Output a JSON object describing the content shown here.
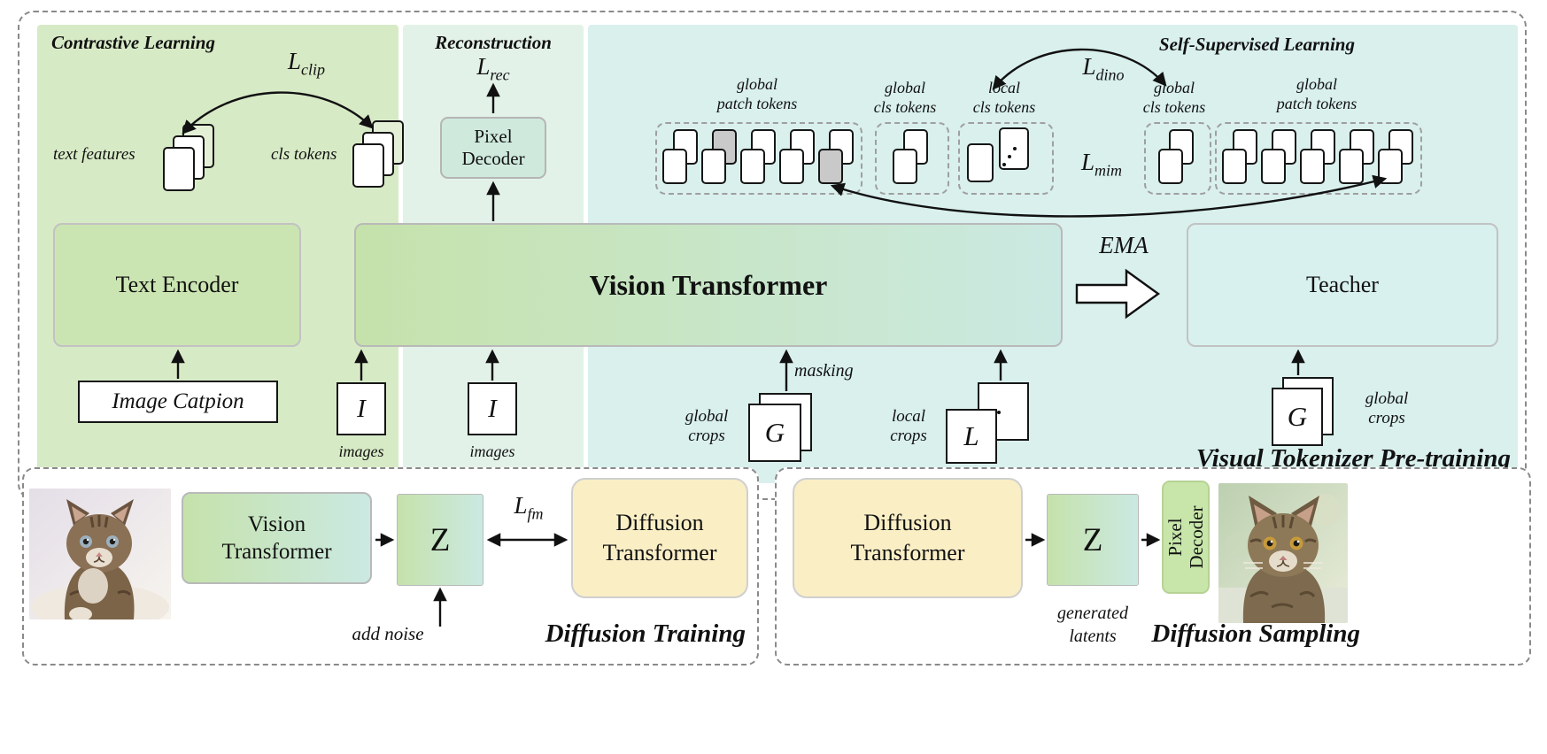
{
  "sections": {
    "contrastive_title": "Contrastive Learning",
    "reconstruction_title": "Reconstruction",
    "ssl_title": "Self-Supervised Learning",
    "tokenizer_caption": "Visual Tokenizer Pre-training",
    "training_caption": "Diffusion Training",
    "sampling_caption": "Diffusion Sampling"
  },
  "losses": {
    "l": "L",
    "clip": "clip",
    "rec": "rec",
    "dino": "dino",
    "mim": "mim",
    "fm": "fm"
  },
  "boxes": {
    "text_encoder": "Text Encoder",
    "vision_transformer": "Vision Transformer",
    "vision_line1": "Vision",
    "vision_line2": "Transformer",
    "teacher": "Teacher",
    "pixel_line1": "Pixel",
    "pixel_line2": "Decoder",
    "diffusion_line1": "Diffusion",
    "diffusion_line2": "Transformer",
    "image_caption": "Image Catpion",
    "z": "Z",
    "i": "I",
    "g": "G",
    "l_sym": "L"
  },
  "labels": {
    "text_features": "text features",
    "cls_tokens": "cls tokens",
    "global": "global",
    "local": "local",
    "patch_tokens": "patch tokens",
    "crops": "crops",
    "images": "images",
    "masking": "masking",
    "ema": "EMA",
    "add_noise": "add noise",
    "generated": "generated",
    "latents": "latents"
  },
  "colors": {
    "panel_green": "#d7eac6",
    "panel_mint": "#e3f2e8",
    "panel_cyan": "#d9f0ed",
    "box_green": "#cbe5b2",
    "box_mint": "#cfeadd",
    "box_cyan": "#d8f1ee",
    "gradient_left": "#c5e2ab",
    "gradient_right": "#cbe9e2",
    "box_yellow": "#faeec5",
    "pixel_decoder_green": "#c8e6aa",
    "masked_token_gray": "#c9c9c9",
    "dashed_border": "#8a8a8a"
  }
}
